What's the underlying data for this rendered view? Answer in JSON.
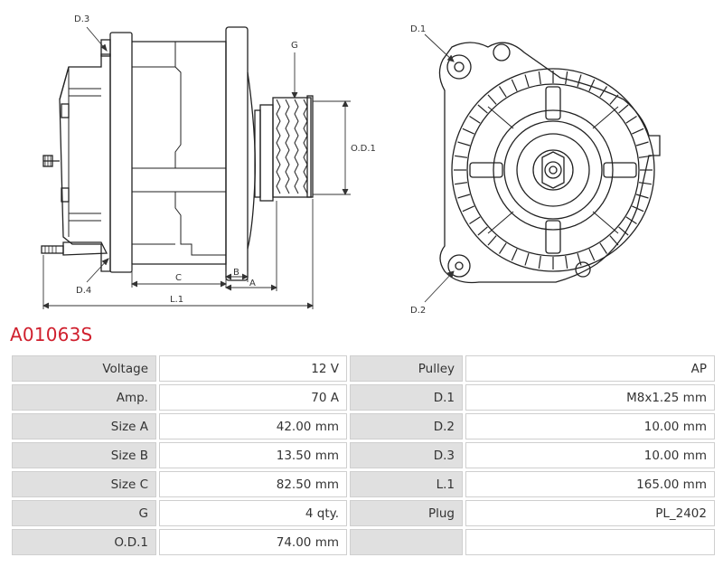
{
  "drawing": {
    "labels": {
      "d3": "D.3",
      "g": "G",
      "od1": "O.D.1",
      "d4": "D.4",
      "c": "C",
      "b": "B",
      "a": "A",
      "l1": "L.1",
      "d1": "D.1",
      "d2": "D.2"
    }
  },
  "part_code": "A01063S",
  "specs": {
    "rows": [
      {
        "l1": "Voltage",
        "v1": "12 V",
        "l2": "Pulley",
        "v2": "AP"
      },
      {
        "l1": "Amp.",
        "v1": "70 A",
        "l2": "D.1",
        "v2": "M8x1.25 mm"
      },
      {
        "l1": "Size A",
        "v1": "42.00 mm",
        "l2": "D.2",
        "v2": "10.00 mm"
      },
      {
        "l1": "Size B",
        "v1": "13.50 mm",
        "l2": "D.3",
        "v2": "10.00 mm"
      },
      {
        "l1": "Size C",
        "v1": "82.50 mm",
        "l2": "L.1",
        "v2": "165.00 mm"
      },
      {
        "l1": "G",
        "v1": "4 qty.",
        "l2": "Plug",
        "v2": "PL_2402"
      },
      {
        "l1": "O.D.1",
        "v1": "74.00 mm",
        "l2": "",
        "v2": ""
      }
    ]
  }
}
